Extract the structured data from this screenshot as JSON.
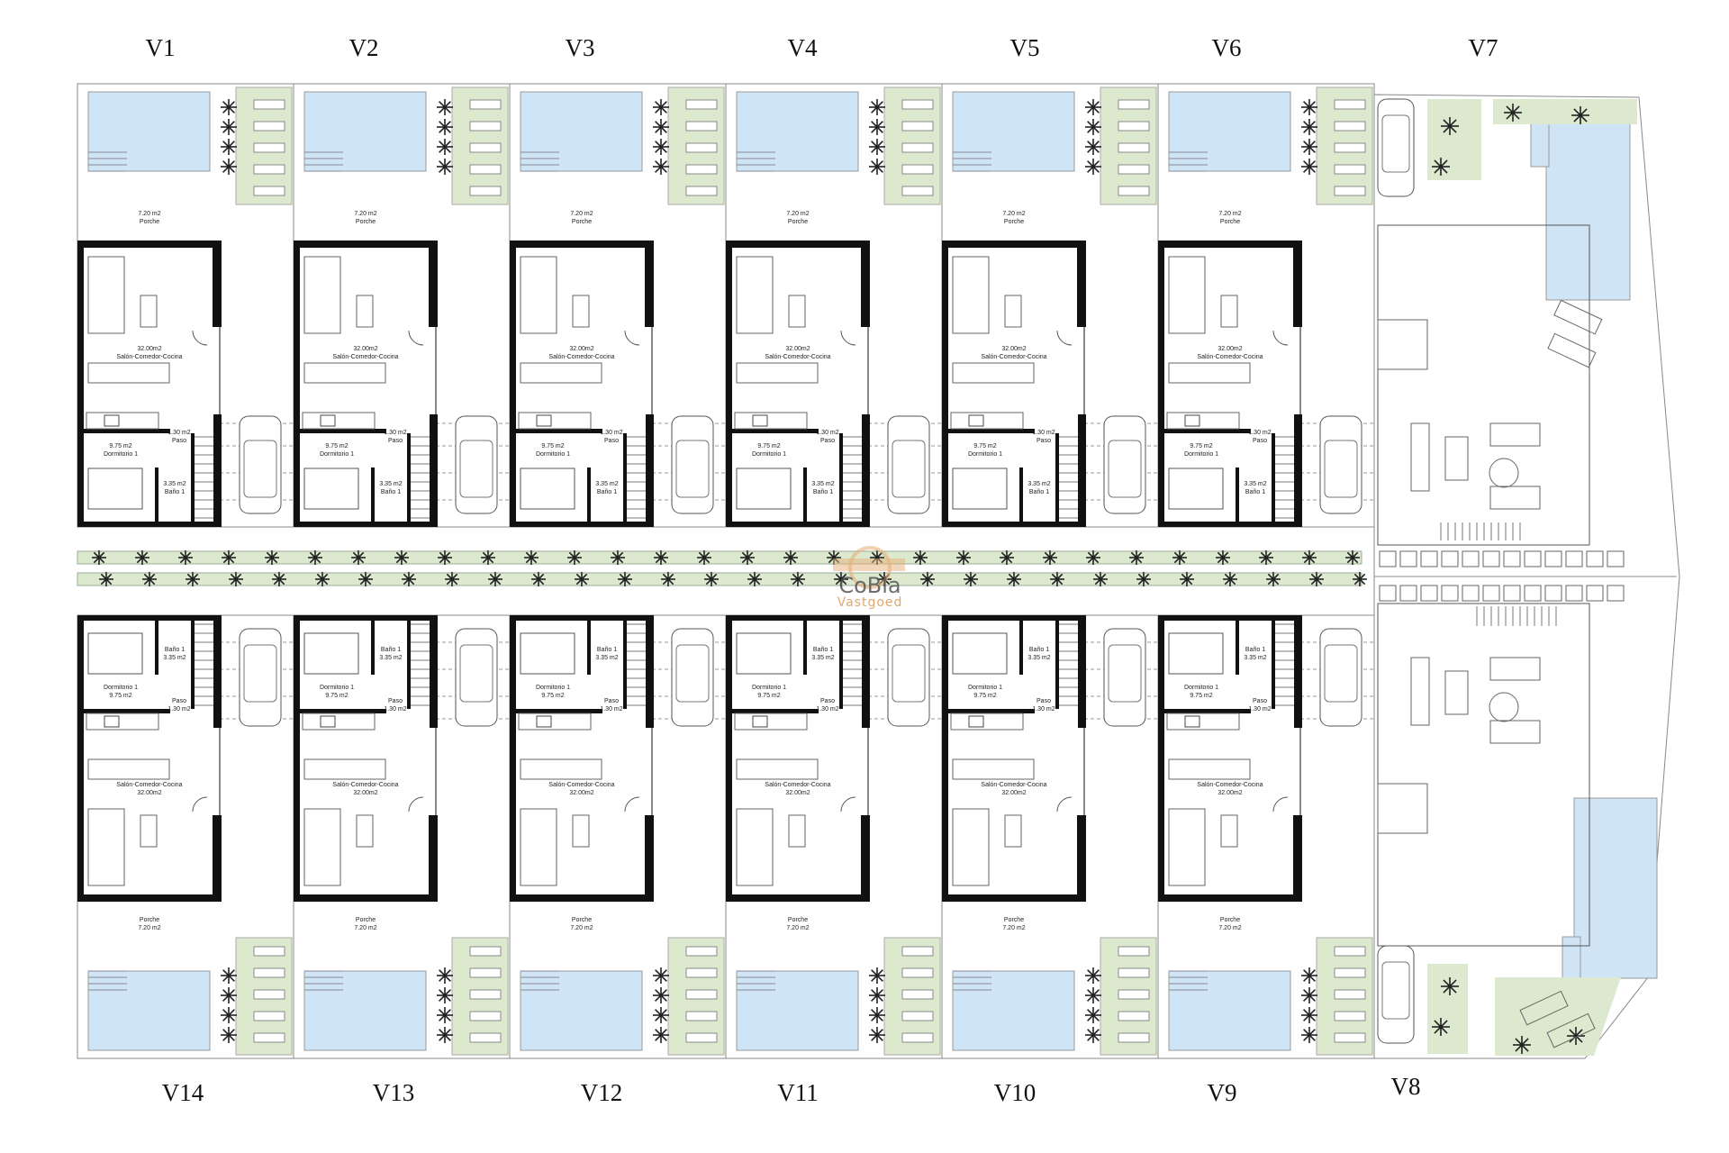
{
  "colors": {
    "wall": "#111111",
    "pool": "#cfe5f6",
    "garden": "#dce9cf",
    "line": "#666666",
    "logo_accent": "#e6b07a"
  },
  "top_row": [
    "V1",
    "V2",
    "V3",
    "V4",
    "V5",
    "V6"
  ],
  "bottom_row": [
    "V14",
    "V13",
    "V12",
    "V11",
    "V10",
    "V9"
  ],
  "corner_units": {
    "top": "V7",
    "bottom": "V8"
  },
  "rooms": {
    "bedroom": "Dormitorio 1",
    "bedroom_area": "9.75 m2",
    "bath": "Baño 1",
    "bath_area": "3.35 m2",
    "hall": "Paso",
    "hall_area": "1.30 m2",
    "living": "Salón-Comedor-Cocina",
    "living_area": "32.00m2",
    "porch": "Porche",
    "porch_area": "7.20 m2"
  },
  "logo": {
    "name": "CoBla",
    "sub": "Vastgoed"
  }
}
